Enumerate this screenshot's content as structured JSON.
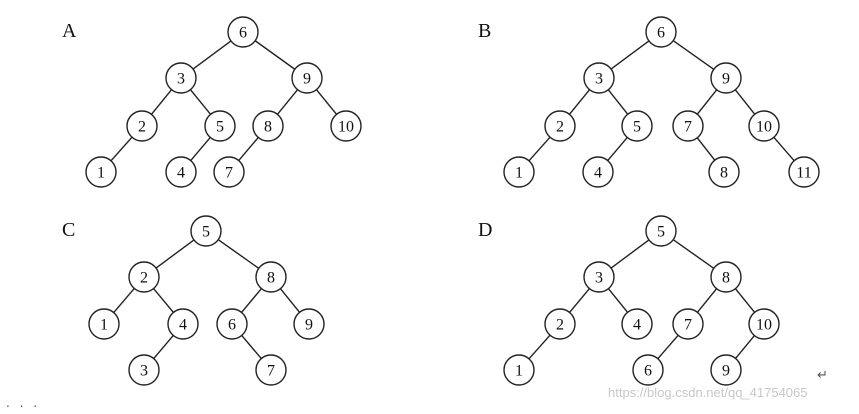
{
  "trees": [
    {
      "label": "A",
      "nodes": [
        {
          "id": "a6",
          "value": "6"
        },
        {
          "id": "a3",
          "value": "3"
        },
        {
          "id": "a9",
          "value": "9"
        },
        {
          "id": "a2",
          "value": "2"
        },
        {
          "id": "a5",
          "value": "5"
        },
        {
          "id": "a8",
          "value": "8"
        },
        {
          "id": "a10",
          "value": "10"
        },
        {
          "id": "a1",
          "value": "1"
        },
        {
          "id": "a4",
          "value": "4"
        },
        {
          "id": "a7",
          "value": "7"
        }
      ],
      "edges": [
        [
          "a6",
          "a3"
        ],
        [
          "a6",
          "a9"
        ],
        [
          "a3",
          "a2"
        ],
        [
          "a3",
          "a5"
        ],
        [
          "a9",
          "a8"
        ],
        [
          "a9",
          "a10"
        ],
        [
          "a2",
          "a1"
        ],
        [
          "a5",
          "a4"
        ],
        [
          "a8",
          "a7"
        ]
      ]
    },
    {
      "label": "B",
      "nodes": [
        {
          "id": "b6",
          "value": "6"
        },
        {
          "id": "b3",
          "value": "3"
        },
        {
          "id": "b9",
          "value": "9"
        },
        {
          "id": "b2",
          "value": "2"
        },
        {
          "id": "b5",
          "value": "5"
        },
        {
          "id": "b7",
          "value": "7"
        },
        {
          "id": "b10",
          "value": "10"
        },
        {
          "id": "b1",
          "value": "1"
        },
        {
          "id": "b4",
          "value": "4"
        },
        {
          "id": "b8",
          "value": "8"
        },
        {
          "id": "b11",
          "value": "11"
        }
      ],
      "edges": [
        [
          "b6",
          "b3"
        ],
        [
          "b6",
          "b9"
        ],
        [
          "b3",
          "b2"
        ],
        [
          "b3",
          "b5"
        ],
        [
          "b9",
          "b7"
        ],
        [
          "b9",
          "b10"
        ],
        [
          "b2",
          "b1"
        ],
        [
          "b5",
          "b4"
        ],
        [
          "b7",
          "b8"
        ],
        [
          "b10",
          "b11"
        ]
      ]
    },
    {
      "label": "C",
      "nodes": [
        {
          "id": "c5",
          "value": "5"
        },
        {
          "id": "c2",
          "value": "2"
        },
        {
          "id": "c8",
          "value": "8"
        },
        {
          "id": "c1",
          "value": "1"
        },
        {
          "id": "c4",
          "value": "4"
        },
        {
          "id": "c6",
          "value": "6"
        },
        {
          "id": "c9",
          "value": "9"
        },
        {
          "id": "c3",
          "value": "3"
        },
        {
          "id": "c7",
          "value": "7"
        }
      ],
      "edges": [
        [
          "c5",
          "c2"
        ],
        [
          "c5",
          "c8"
        ],
        [
          "c2",
          "c1"
        ],
        [
          "c2",
          "c4"
        ],
        [
          "c8",
          "c6"
        ],
        [
          "c8",
          "c9"
        ],
        [
          "c4",
          "c3"
        ],
        [
          "c6",
          "c7"
        ]
      ]
    },
    {
      "label": "D",
      "nodes": [
        {
          "id": "d5",
          "value": "5"
        },
        {
          "id": "d3",
          "value": "3"
        },
        {
          "id": "d8",
          "value": "8"
        },
        {
          "id": "d2",
          "value": "2"
        },
        {
          "id": "d4",
          "value": "4"
        },
        {
          "id": "d7",
          "value": "7"
        },
        {
          "id": "d10",
          "value": "10"
        },
        {
          "id": "d1",
          "value": "1"
        },
        {
          "id": "d6",
          "value": "6"
        },
        {
          "id": "d9",
          "value": "9"
        }
      ],
      "edges": [
        [
          "d5",
          "d3"
        ],
        [
          "d5",
          "d8"
        ],
        [
          "d3",
          "d2"
        ],
        [
          "d3",
          "d4"
        ],
        [
          "d8",
          "d7"
        ],
        [
          "d8",
          "d10"
        ],
        [
          "d2",
          "d1"
        ],
        [
          "d7",
          "d6"
        ],
        [
          "d10",
          "d9"
        ]
      ]
    }
  ],
  "watermark": "https://blog.csdn.net/qq_41754065",
  "return_mark": "↵",
  "dots": ". . ."
}
